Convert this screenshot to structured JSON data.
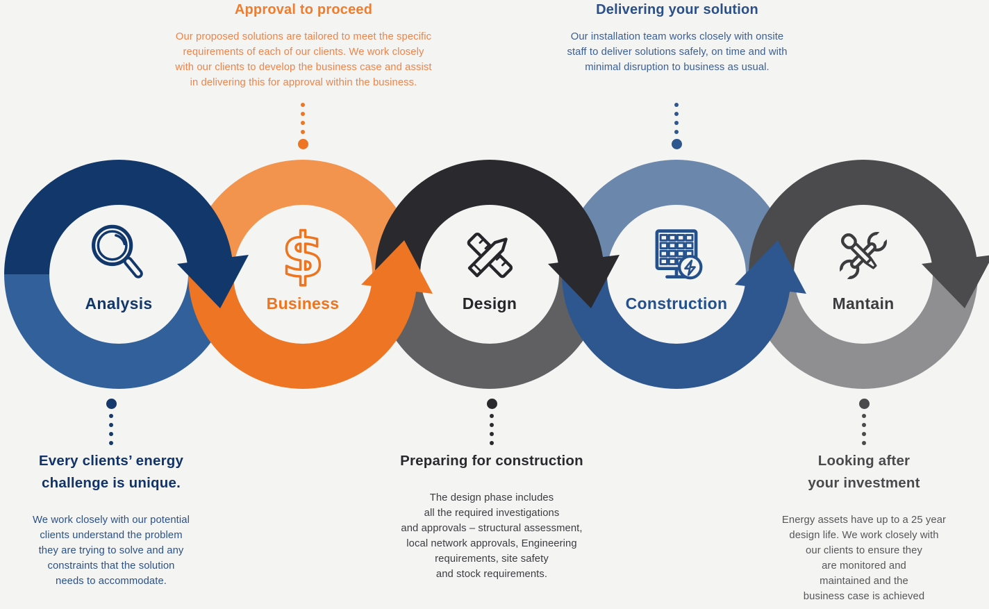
{
  "background_color": "#f4f4f3",
  "notes_top": [
    {
      "title": "Approval to proceed",
      "body": "Our proposed solutions are tailored to meet the specific\nrequirements of each of our clients. We work closely\nwith our clients to develop the business case and assist\nin delivering this for approval within the business.",
      "title_color": "#ED7D31",
      "body_color": "#EE8449",
      "dot_color": "#EE7523"
    },
    {
      "title": "Delivering your solution",
      "body": "Our installation team works closely with onsite\nstaff to deliver solutions safely, on time and with\nminimal disruption to business as usual.",
      "title_color": "#2B4F87",
      "body_color": "#3A5E96",
      "dot_color": "#2E568F"
    }
  ],
  "steps": [
    {
      "label": "Analysis",
      "icon": "magnifier-icon",
      "arrow_direction": "down",
      "top_color": "#12386B",
      "bottom_color": "#31609A",
      "arrow_color": "#12386B",
      "label_color": "#12386B"
    },
    {
      "label": "Business",
      "icon": "dollar-icon",
      "arrow_direction": "up",
      "top_color": "#F2944E",
      "bottom_color": "#EE7523",
      "arrow_color": "#EE7523",
      "label_color": "#EE7520"
    },
    {
      "label": "Design",
      "icon": "pencil-ruler-icon",
      "arrow_direction": "down",
      "top_color": "#2A2A2E",
      "bottom_color": "#606062",
      "arrow_color": "#2A2A2E",
      "label_color": "#26262A"
    },
    {
      "label": "Construction",
      "icon": "solar-panel-icon",
      "arrow_direction": "up",
      "top_color": "#6C87AC",
      "bottom_color": "#2E568F",
      "arrow_color": "#2E568F",
      "label_color": "#24508C"
    },
    {
      "label": "Mantain",
      "icon": "wrench-screwdriver-icon",
      "arrow_direction": "down",
      "top_color": "#4B4B4D",
      "bottom_color": "#8F8F91",
      "arrow_color": "#4B4B4D",
      "label_color": "#3C3C3E"
    }
  ],
  "notes_bottom": [
    {
      "title": "Every clients’ energy\nchallenge is unique.",
      "body": "We work closely with our potential\nclients understand the problem\nthey are trying to solve and any\nconstraints that the solution\nneeds to accommodate.",
      "title_color": "#113368",
      "body_color": "#2B5188",
      "dot_color": "#16396D"
    },
    {
      "title": "Preparing for construction",
      "body": "The design phase includes\nall the required investigations\nand approvals – structural assessment,\nlocal network approvals, Engineering\nrequirements, site safety\nand stock requirements.",
      "title_color": "#2A2A2E",
      "body_color": "#3C3C40",
      "dot_color": "#2A2A2E"
    },
    {
      "title": "Looking after\nyour investment",
      "body": "Energy assets have up to a 25 year\ndesign life. We work closely with\nour clients to ensure they\nare monitored and\nmaintained and the\nbusiness case is achieved",
      "title_color": "#4A4A4C",
      "body_color": "#565658",
      "dot_color": "#4A4A4C"
    }
  ]
}
